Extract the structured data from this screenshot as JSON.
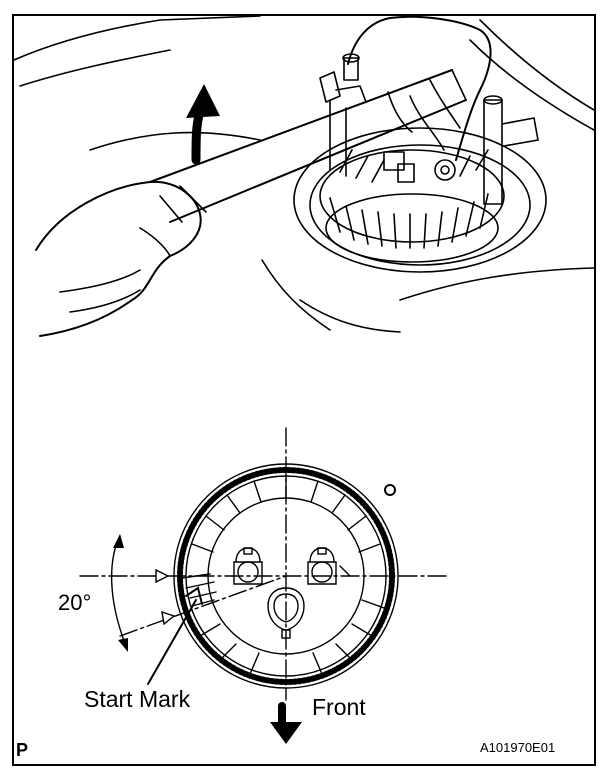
{
  "diagram": {
    "angle_label": "20°",
    "start_mark_label": "Start Mark",
    "front_label": "Front",
    "corner_mark": "P",
    "figure_id": "A101970E01"
  }
}
